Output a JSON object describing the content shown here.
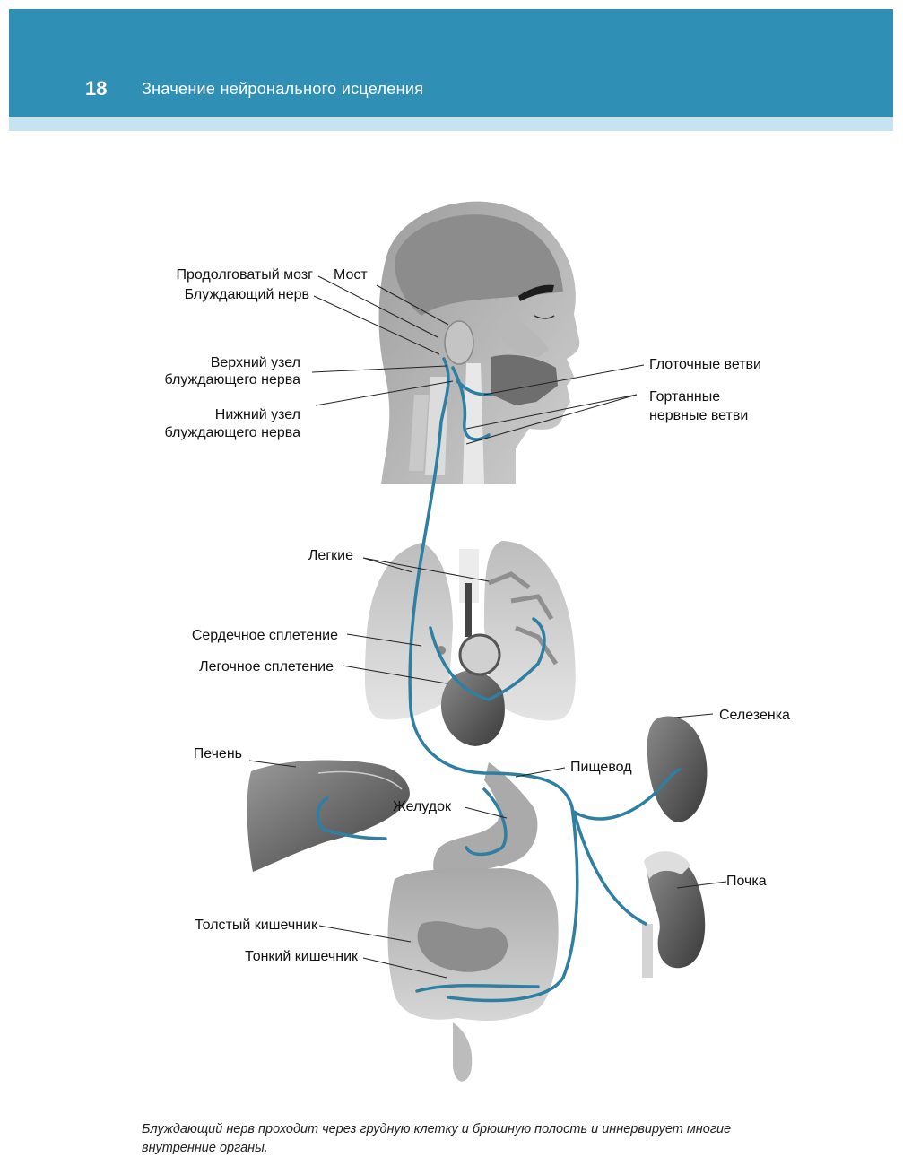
{
  "header": {
    "page_number": "18",
    "chapter_title": "Значение нейронального  исцеления"
  },
  "labels": {
    "medulla": "Продолговатый мозг",
    "pons": "Мост",
    "vagus_nerve": "Блуждающий нерв",
    "superior_ganglion_line1": "Верхний узел",
    "superior_ganglion_line2": "блуждающего нерва",
    "inferior_ganglion_line1": "Нижний узел",
    "inferior_ganglion_line2": "блуждающего нерва",
    "pharyngeal_branches": "Глоточные ветви",
    "laryngeal_line1": "Гортанные",
    "laryngeal_line2": "нервные ветви",
    "lungs": "Легкие",
    "cardiac_plexus": "Сердечное сплетение",
    "pulmonary_plexus": "Легочное  сплетение",
    "spleen": "Селезенка",
    "liver": "Печень",
    "esophagus": "Пищевод",
    "stomach": "Желудок",
    "kidney": "Почка",
    "large_intestine": "Толстый кишечник",
    "small_intestine": "Тонкий кишечник"
  },
  "caption": "Блуждающий нерв проходит через грудную клетку и брюшную полость и иннервирует многие внутренние органы.",
  "colors": {
    "header_blue": "#2f8fb5",
    "header_stripe": "#c6e3f1",
    "nerve_blue": "#2f7fa3",
    "organ_gray": "#9a9a9a"
  }
}
